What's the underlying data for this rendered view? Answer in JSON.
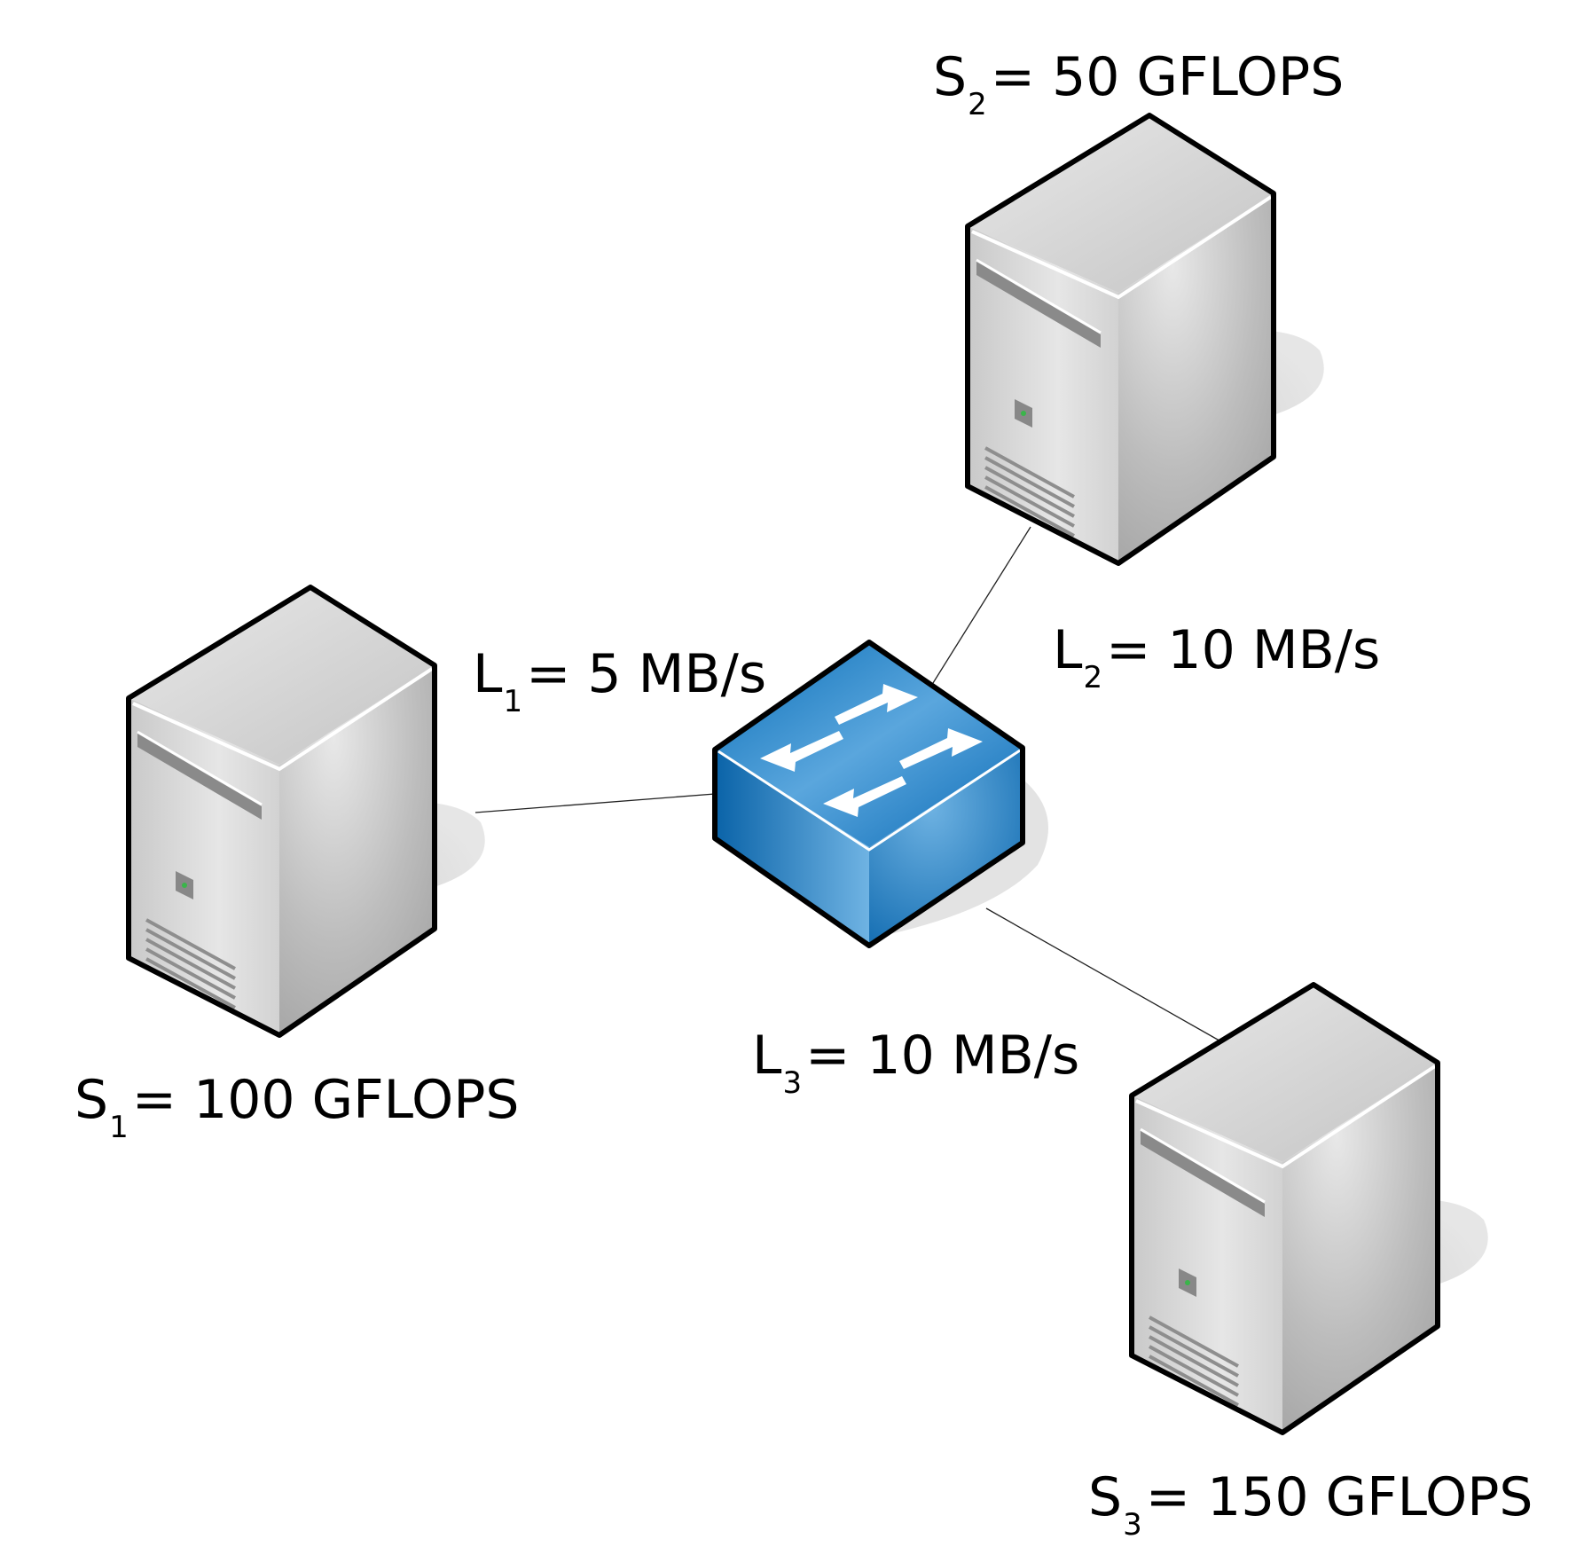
{
  "servers": [
    {
      "id": "s1",
      "symbol": "S",
      "index": "1",
      "value": "= 100 GFLOPS"
    },
    {
      "id": "s2",
      "symbol": "S",
      "index": "2",
      "value": "= 50 GFLOPS"
    },
    {
      "id": "s3",
      "symbol": "S",
      "index": "3",
      "value": "= 150 GFLOPS"
    }
  ],
  "links": [
    {
      "id": "l1",
      "symbol": "L",
      "index": "1",
      "value": "= 5 MB/s"
    },
    {
      "id": "l2",
      "symbol": "L",
      "index": "2",
      "value": "= 10 MB/s"
    },
    {
      "id": "l3",
      "symbol": "L",
      "index": "3",
      "value": "= 10 MB/s"
    }
  ],
  "colors": {
    "switch_blue": "#0a6db8",
    "server_gray": "#bdbdbd",
    "outline": "#000000",
    "led": "#3ab54a"
  },
  "icons": {
    "server": "tower-server-icon",
    "switch": "network-switch-icon"
  }
}
